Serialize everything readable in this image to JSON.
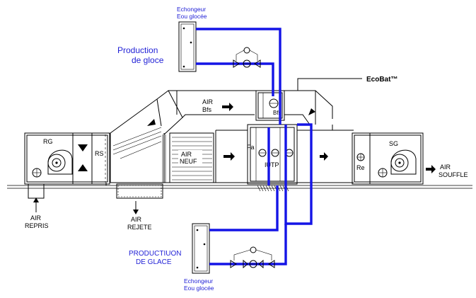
{
  "colors": {
    "pipe": "#1414e6",
    "label_blue": "#1f1fd6",
    "line": "#000000",
    "background": "#ffffff"
  },
  "labels": {
    "top_exchanger_line1": "Echongeur",
    "top_exchanger_line2": "Eou glocée",
    "top_production_line1": "Production",
    "top_production_line2": "de gloce",
    "ecobat": "EcoBat™",
    "air_bfs_line1": "AIR",
    "air_bfs_line2": "Bfs",
    "bfs_coil": "Bfs",
    "rg": "RG",
    "rs": "RS",
    "air_neuf_line1": "AIR",
    "air_neuf_line2": "NEUF",
    "fa": "Fa",
    "iutp": "IUTP",
    "sg": "SG",
    "re": "Re",
    "air_souffle_line1": "AIR",
    "air_souffle_line2": "SOUFFLE",
    "air_repris_line1": "AIR",
    "air_repris_line2": "REPRIS",
    "air_rejete_line1": "AIR",
    "air_rejete_line2": "REJETE",
    "bottom_production_line1": "PRODUCTIUON",
    "bottom_production_line2": "DE GLACE",
    "bottom_exchanger_line1": "Echongeur",
    "bottom_exchanger_line2": "Eou glocée"
  }
}
